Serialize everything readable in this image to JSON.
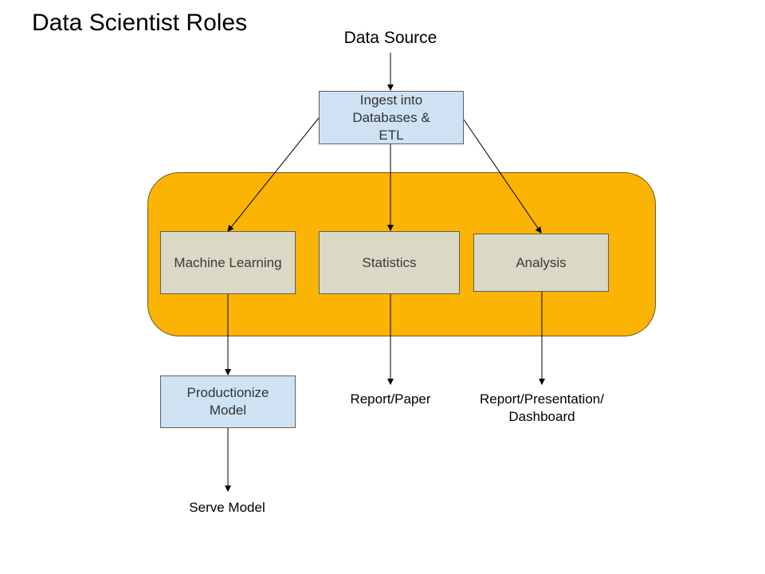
{
  "title": "Data Scientist Roles",
  "source": "Data Source",
  "ingest": {
    "line1": "Ingest into",
    "line2": "Databases &",
    "line3": "ETL"
  },
  "roles": {
    "machine_learning": "Machine Learning",
    "statistics": "Statistics",
    "analysis": "Analysis"
  },
  "productionize": {
    "line1": "Productionize",
    "line2": "Model"
  },
  "outputs": {
    "report_paper": "Report/Paper",
    "report_presentation_line1": "Report/Presentation/",
    "report_presentation_line2": "Dashboard",
    "serve_model": "Serve Model"
  },
  "colors": {
    "container_fill": "#fbb304",
    "blue_box": "#cfe2f3",
    "gray_box": "#d9d9c6",
    "arrow": "#000000"
  }
}
